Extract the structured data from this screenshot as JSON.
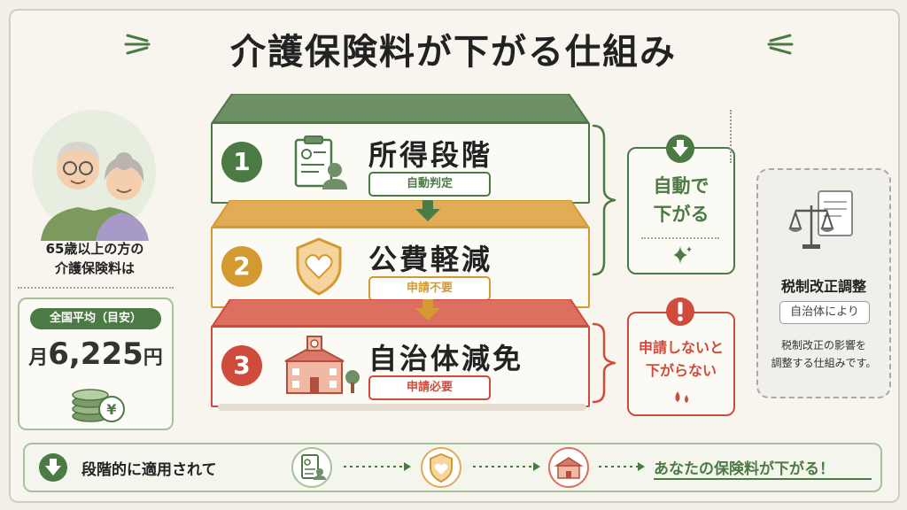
{
  "title": "介護保険料が下がる仕組み",
  "left": {
    "intro": [
      "65歳以上の方の",
      "介護保険料は"
    ],
    "avg_label": "全国平均（目安）",
    "amount_prefix": "月",
    "amount_value": "6,225",
    "amount_suffix": "円",
    "coin_symbol": "¥"
  },
  "layers": [
    {
      "number": "1",
      "title": "所得段階",
      "badge": "自動判定",
      "color": "#4c7a44",
      "light": "#eef3ea",
      "top_color": "#6f8f66"
    },
    {
      "number": "2",
      "title": "公費軽減",
      "badge": "申請不要",
      "color": "#d39a32",
      "light": "#fbf3e3",
      "top_color": "#e0ac55"
    },
    {
      "number": "3",
      "title": "自治体減免",
      "badge": "申請必要",
      "color": "#cf4b3c",
      "light": "#fbecea",
      "top_color": "#dd6f60"
    }
  ],
  "auto_box": {
    "text_line1": "自動で",
    "text_line2": "下がる"
  },
  "apply_box": {
    "text_line1": "申請しないと",
    "text_line2": "下がらない"
  },
  "tax_box": {
    "title": "税制改正調整",
    "badge": "自治体により",
    "desc_line1": "税制改正の影響を",
    "desc_line2": "調整する仕組みです。"
  },
  "bottom": {
    "left_text": "段階的に適用されて",
    "right_text": "あなたの保険料が下がる！"
  },
  "colors": {
    "green": "#4c7a44",
    "orange": "#d39a32",
    "red": "#cf4b3c",
    "bg": "#f7f5ee"
  }
}
